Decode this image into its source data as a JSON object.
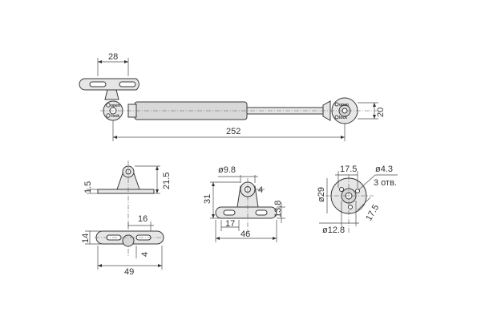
{
  "dimensions": {
    "top_slot_spacing": "28",
    "overall_length": "252",
    "end_fitting_height": "20",
    "side_thickness": "1.5",
    "side_height": "21.5",
    "bottom_slot_spacing": "16",
    "bottom_width": "14",
    "bottom_slot_width": "4",
    "bottom_length": "49",
    "bracket_hole_dia": "ø9.8",
    "bracket_offset": "4",
    "bracket_height": "31",
    "bracket_slot_height": "13.8",
    "bracket_slot_spacing": "17",
    "bracket_length": "46",
    "round_top_offset": "17.5",
    "round_hole_dia": "ø4.3",
    "round_hole_count": "3 отв.",
    "round_pcd": "ø29",
    "round_diag": "17.5",
    "round_center_dia": "ø12.8"
  },
  "labels": {
    "open": "open",
    "lock": "lock",
    "open_right": "open",
    "lock_right": "lock"
  }
}
